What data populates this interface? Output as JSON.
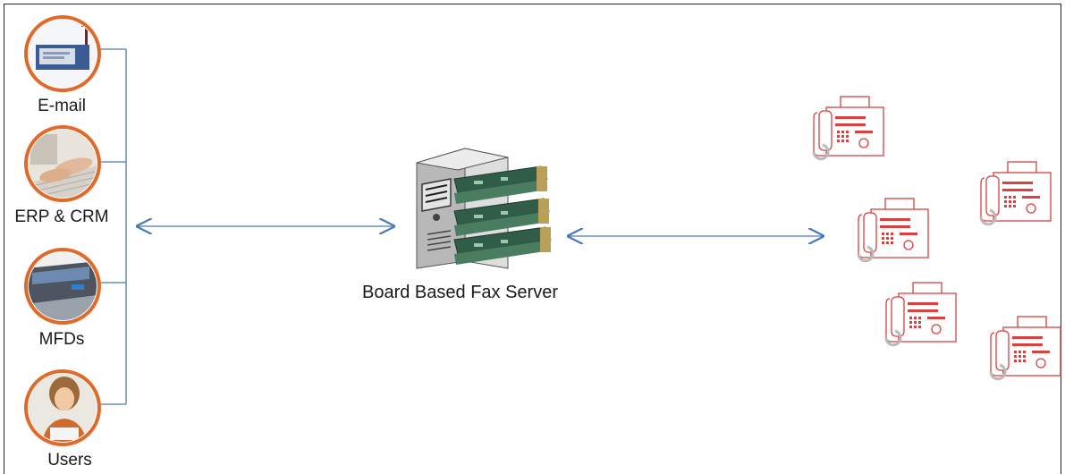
{
  "sources": [
    {
      "label": "E-mail",
      "icon": "email-mailbox-icon"
    },
    {
      "label": "ERP & CRM",
      "icon": "keyboard-hands-icon"
    },
    {
      "label": "MFDs",
      "icon": "multifunction-printer-icon"
    },
    {
      "label": "Users",
      "icon": "user-avatar-icon"
    }
  ],
  "server": {
    "label": "Board Based Fax Server",
    "icon": "fax-server-icon"
  },
  "fax_machines": {
    "count": 5,
    "icon": "fax-machine-icon"
  },
  "colors": {
    "ring": "#e06a2a",
    "connector": "#4a7ab5",
    "fax_outline": "#d94040",
    "fax_fill": "#e8e8e8"
  }
}
